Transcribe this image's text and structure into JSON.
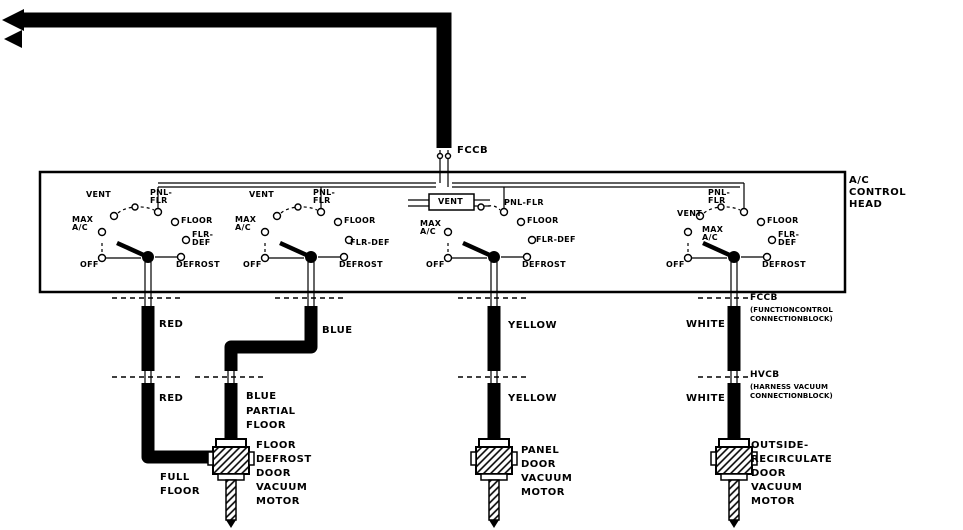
{
  "top": {
    "fccb": "FCCB"
  },
  "control_head": {
    "line1": "A/C",
    "line2": "CONTROL",
    "line3": "HEAD"
  },
  "sw": {
    "vent": "VENT",
    "pnl_flr": "PNL-FLR",
    "pnl1": "PNL-",
    "pnl2": "FLR",
    "max1": "MAX",
    "max2": "A/C",
    "floor": "FLOOR",
    "flr_def": "FLR-DEF",
    "flr_def1": "FLR-",
    "flr_def2": "DEF",
    "off": "OFF",
    "defrost": "DEFROST"
  },
  "blocks": {
    "fccb": "FCCB",
    "fccb_sub1": "(FUNCTIONCONTROL",
    "fccb_sub2": "CONNECTIONBLOCK)",
    "hvcb": "HVCB",
    "hvcb_sub1": "(HARNESS VACUUM",
    "hvcb_sub2": "CONNECTIONBLOCK)"
  },
  "hoses": {
    "red_upper": "RED",
    "red_lower": "RED",
    "blue_upper": "BLUE",
    "blue_lower": "BLUE",
    "partial1": "PARTIAL",
    "partial2": "FLOOR",
    "yellow_upper": "YELLOW",
    "yellow_lower": "YELLOW",
    "white_upper": "WHITE",
    "white_lower": "WHITE",
    "full1": "FULL",
    "full2": "FLOOR"
  },
  "motors": {
    "floor_defrost": [
      "FLOOR",
      "DEFROST",
      "DOOR",
      "VACUUM",
      "MOTOR"
    ],
    "panel": [
      "PANEL",
      "DOOR",
      "VACUUM",
      "MOTOR"
    ],
    "outside_recirculate": [
      "OUTSIDE-",
      "RECIRCULATE",
      "DOOR",
      "VACUUM",
      "MOTOR"
    ]
  },
  "colors": {
    "line": "#000000",
    "background": "#ffffff"
  }
}
